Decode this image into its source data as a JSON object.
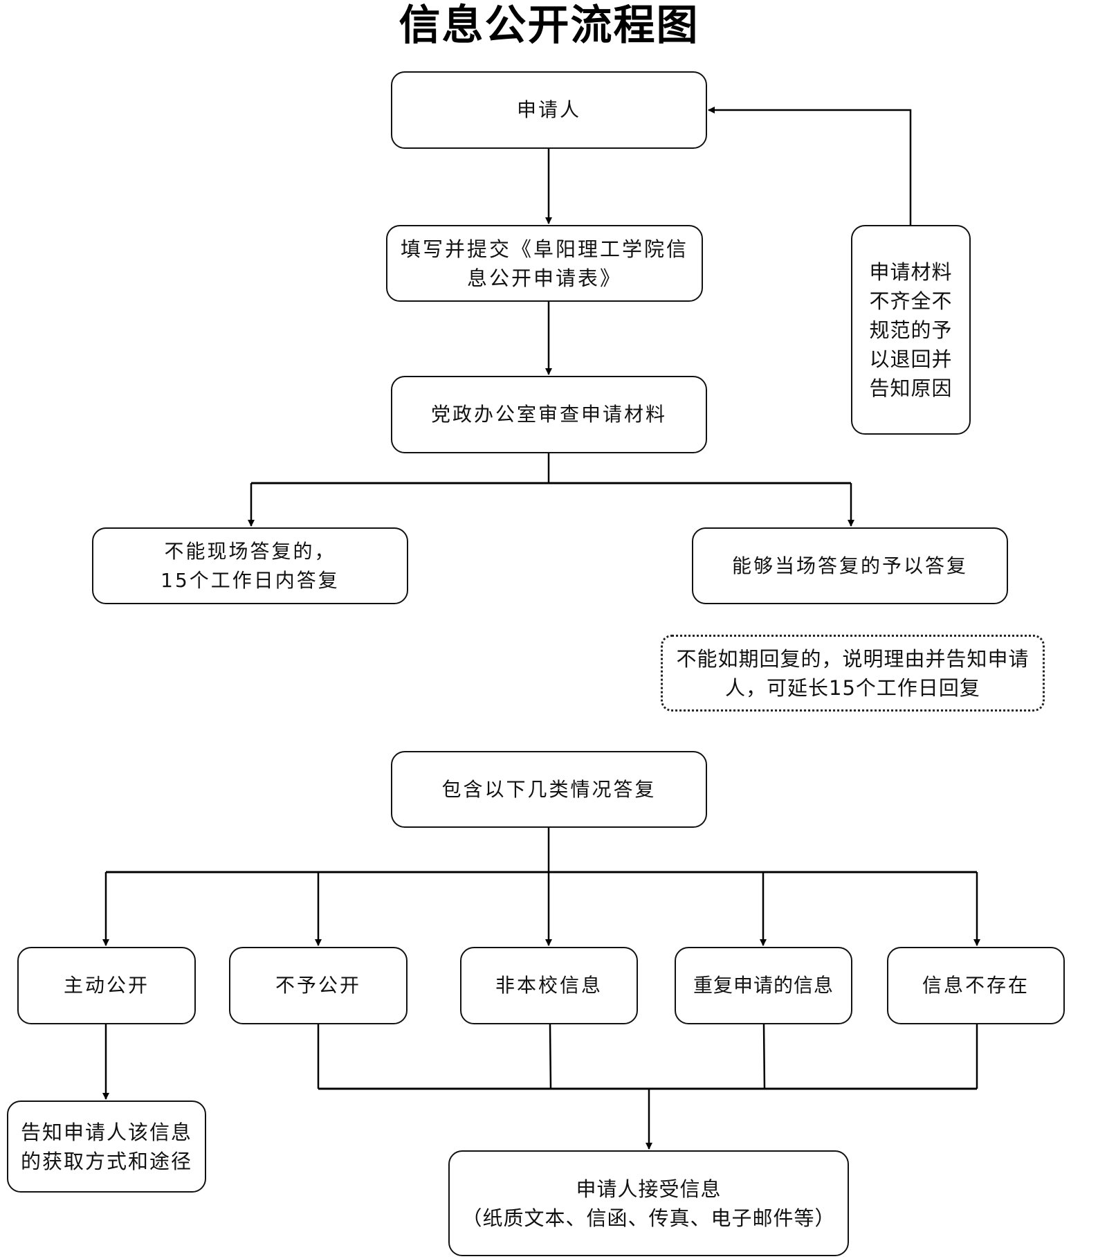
{
  "title": "信息公开流程图",
  "nodes": {
    "applicant": "申请人",
    "fill_form": [
      "填写并提交《阜阳理工学院信",
      "息公开申请表》"
    ],
    "review": "党政办公室审查申请材料",
    "return": [
      "申请材料",
      "不齐全不",
      "规范的予",
      "以退回并",
      "告知原因"
    ],
    "cannot_reply": [
      "不能现场答复的，",
      "15个工作日内答复"
    ],
    "can_reply": "能够当场答复的予以答复",
    "extension_note": [
      "不能如期回复的，说明理由并告知申请",
      "人，可延长15个工作日回复"
    ],
    "categories_header": "包含以下几类情况答复",
    "categories": [
      "主动公开",
      "不予公开",
      "非本校信息",
      "重复申请的信息",
      "信息不存在"
    ],
    "notify_access": [
      "告知申请人该信息",
      "的获取方式和途径"
    ],
    "receive": [
      "申请人接受信息",
      "（纸质文本、信函、传真、电子邮件等）"
    ]
  }
}
